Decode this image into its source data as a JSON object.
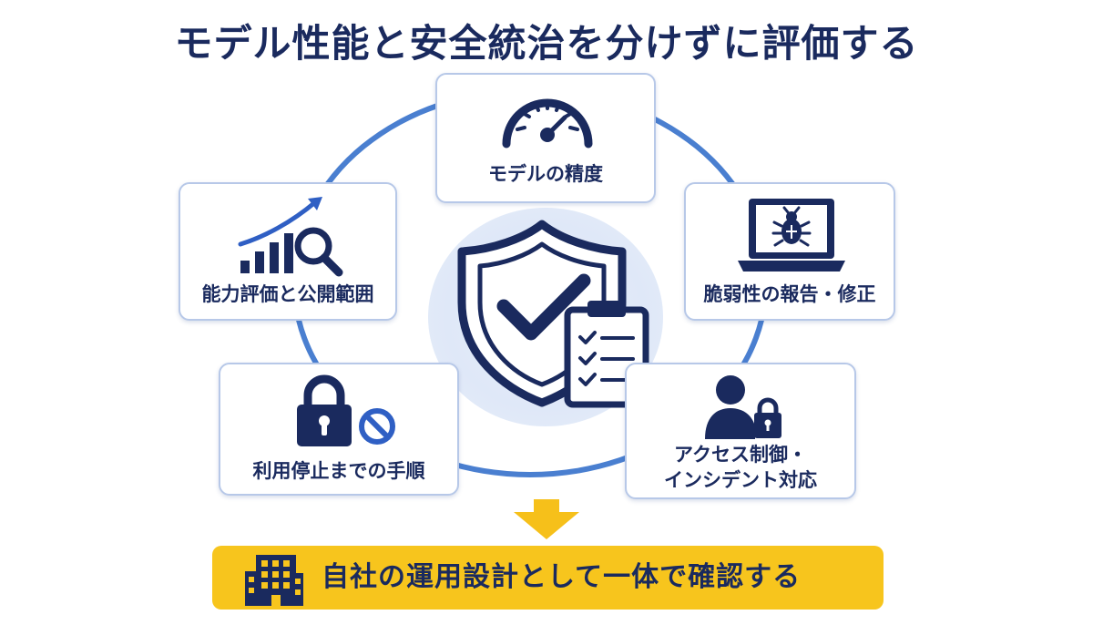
{
  "title": "モデル性能と安全統治を分けずに評価する",
  "cards": {
    "precision": {
      "label": "モデルの精度",
      "icon": "speedometer-icon"
    },
    "capability": {
      "label": "能力評価と公開範囲",
      "icon": "chart-magnifier-icon"
    },
    "vulnerability": {
      "label": "脆弱性の報告・修正",
      "icon": "laptop-bug-icon"
    },
    "stop_procedure": {
      "label": "利用停止までの手順",
      "icon": "padlock-prohibited-icon"
    },
    "access": {
      "label_line1": "アクセス制御・",
      "label_line2": "インシデント対応",
      "icon": "user-lock-icon"
    }
  },
  "center": {
    "icon": "shield-check-clipboard-icon"
  },
  "banner": {
    "text": "自社の運用設計として一体で確認する",
    "icon": "building-icon"
  },
  "colors": {
    "navy": "#1a2a5e",
    "ring_blue": "#4a7fd0",
    "card_border": "#b7c8e8",
    "banner_yellow": "#f7c51d",
    "arrow_yellow": "#f6c01a"
  }
}
